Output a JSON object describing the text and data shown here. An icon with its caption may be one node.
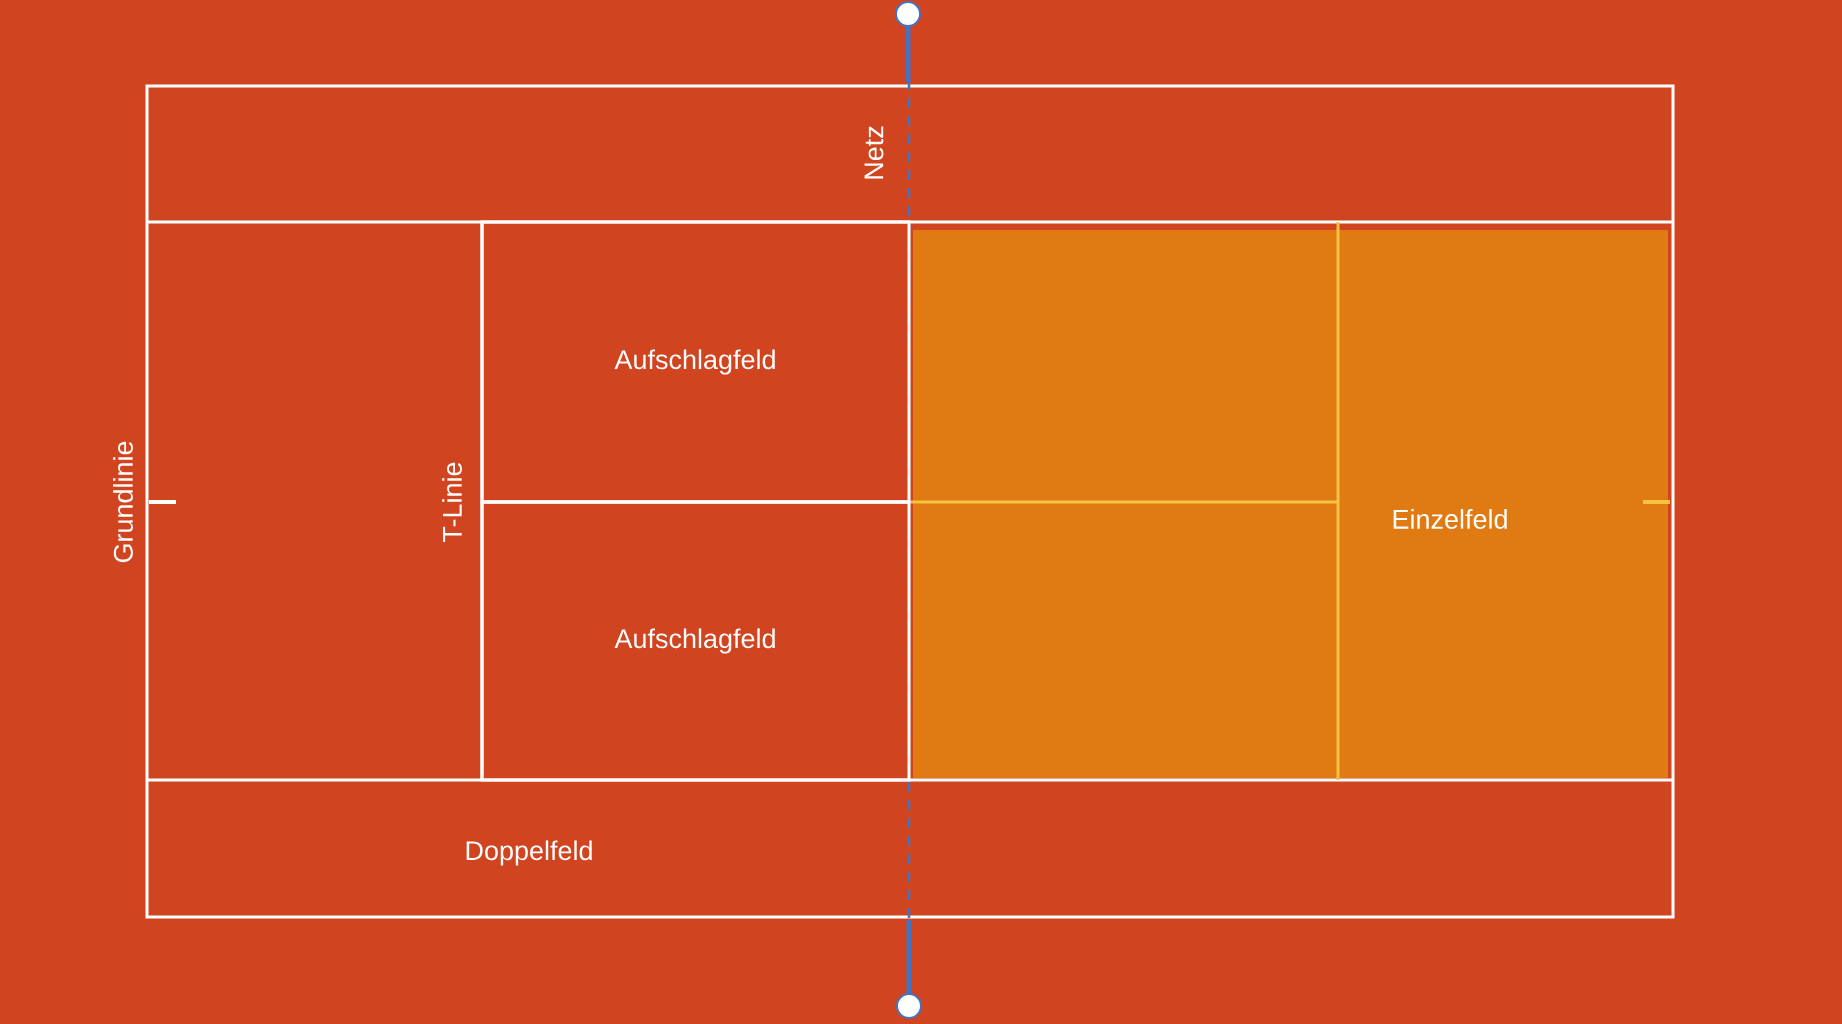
{
  "diagram": {
    "nodes": [
      {
        "text": [
          "Aufschlagfeld"
        ]
      },
      {
        "text": [
          "Aufschlagfeld"
        ]
      }
    ],
    "labels": [
      "Netz",
      "Grundlinie",
      "T-Linie",
      "Einzelfeld",
      "Doppelfeld"
    ]
  }
}
